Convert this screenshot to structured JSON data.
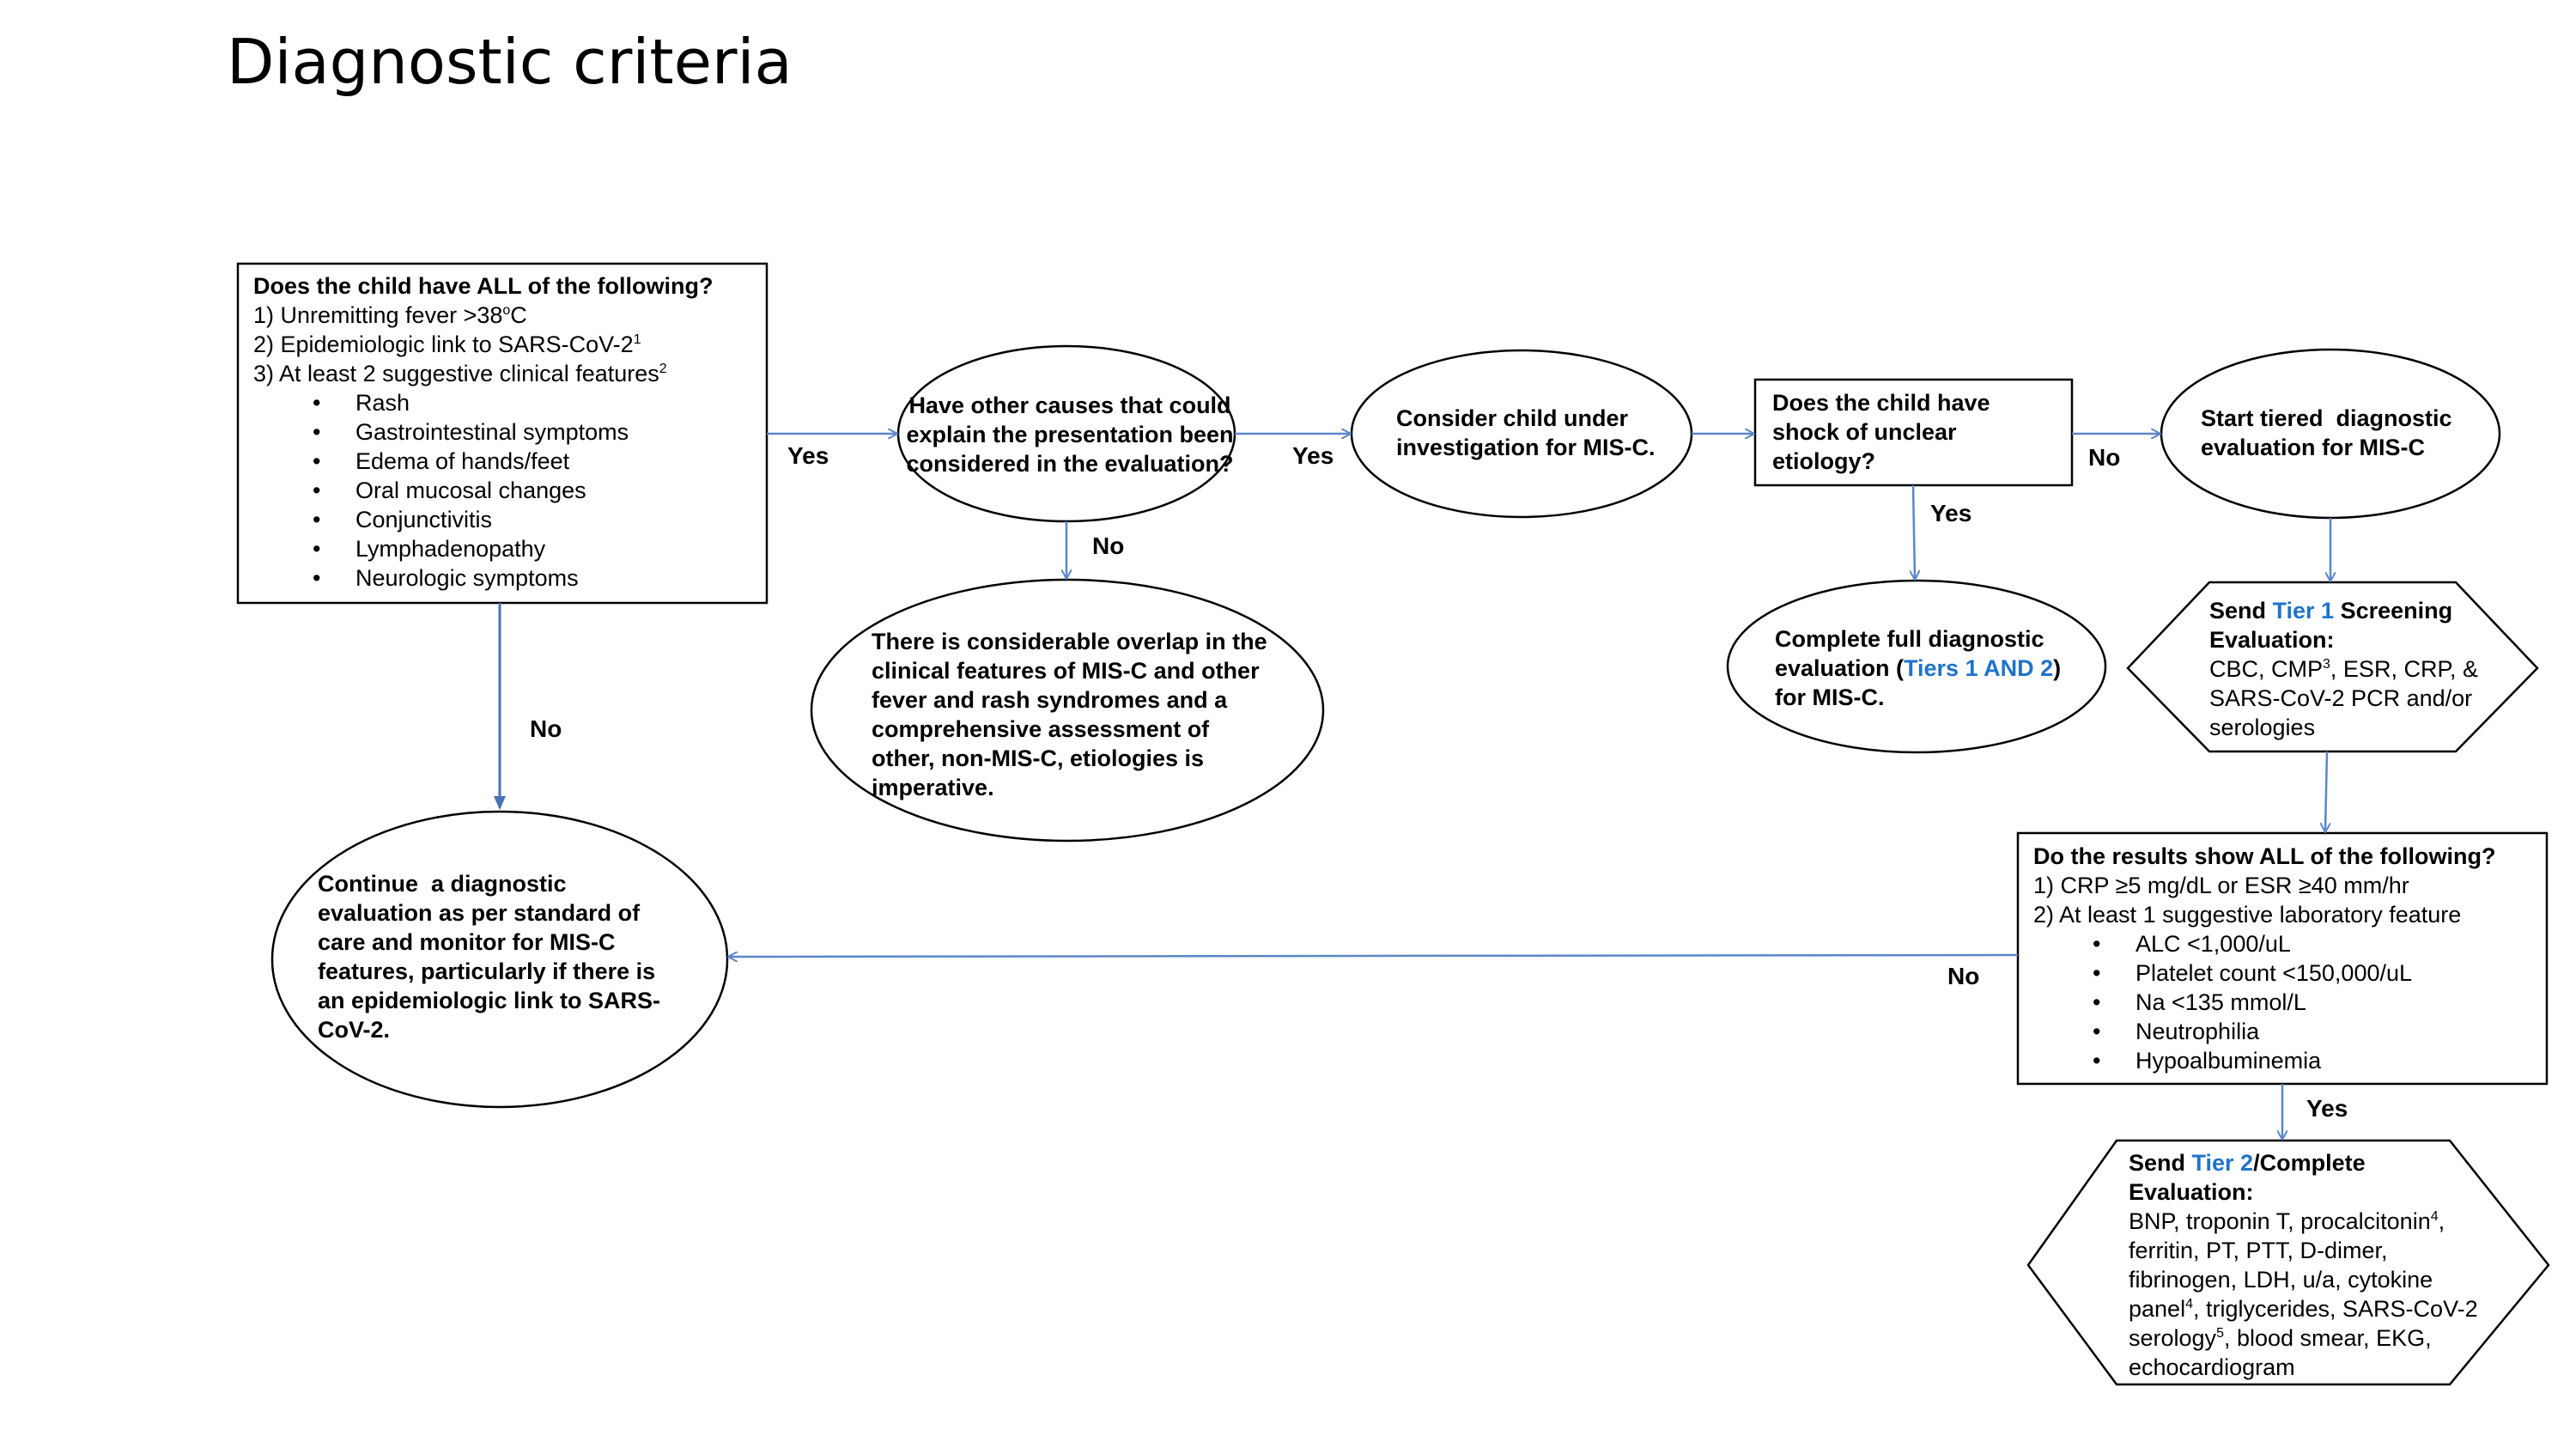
{
  "title": "Diagnostic criteria",
  "colors": {
    "connector": "#5b86c9",
    "highlight": "#1f73c9",
    "outline": "#000000"
  },
  "start_box": {
    "heading": "Does the child have ALL of the following?",
    "item1": "1) Unremitting fever >38",
    "item1_sup": "o",
    "item1_end": "C",
    "item2": "2) Epidemiologic link to SARS-CoV-2",
    "item2_sup": "1",
    "item3": "3) At least 2 suggestive clinical features",
    "item3_sup": "2",
    "features": [
      "Rash",
      "Gastrointestinal symptoms",
      "Edema of hands/feet",
      "Oral mucosal changes",
      "Conjunctivitis",
      "Lymphadenopathy",
      "Neurologic symptoms"
    ]
  },
  "other_causes": {
    "lines": [
      "Have other causes that could",
      "explain the presentation been",
      "considered in the evaluation?"
    ]
  },
  "overlap": {
    "lines": [
      "There is considerable overlap in the",
      "clinical features of MIS-C and other",
      "fever and rash syndromes and a",
      "comprehensive assessment of",
      "other, non-MIS-C, etiologies is",
      "imperative."
    ]
  },
  "investigation": {
    "lines": [
      "Consider child under",
      "investigation for MIS-C."
    ]
  },
  "shock_box": {
    "lines": [
      "Does the child have",
      "shock of unclear",
      "etiology?"
    ]
  },
  "full_eval": {
    "line1": "Complete full diagnostic",
    "line2_pre": "evaluation (",
    "line2_blue": "Tiers 1 AND 2",
    "line2_post": ")",
    "line3": "for MIS-C."
  },
  "tiered_start": {
    "lines": [
      "Start tiered  diagnostic",
      "evaluation for MIS-C"
    ]
  },
  "tier1": {
    "send": "Send ",
    "tier": "Tier 1",
    "heading_rest": " Screening",
    "heading2": "Evaluation:",
    "body1_pre": "CBC, CMP",
    "body1_sup": "3",
    "body1_post": ", ESR, CRP, &",
    "body2": "SARS-CoV-2 PCR and/or",
    "body3": "serologies"
  },
  "results_box": {
    "heading": "Do the results show ALL of the following?",
    "item1": "1) CRP ≥5 mg/dL or ESR ≥40 mm/hr",
    "item2": "2) At least 1 suggestive laboratory feature",
    "features": [
      "ALC <1,000/uL",
      "Platelet count <150,000/uL",
      "Na <135 mmol/L",
      "Neutrophilia",
      "Hypoalbuminemia"
    ]
  },
  "continue_eval": {
    "lines": [
      "Continue  a diagnostic",
      "evaluation as per standard of",
      "care and monitor for MIS-C",
      "features, particularly if there is",
      "an epidemiologic link to SARS-",
      "CoV-2."
    ]
  },
  "tier2": {
    "send": "Send ",
    "tier": "Tier 2",
    "heading_rest": "/Complete",
    "heading2": "Evaluation:",
    "l1_pre": "BNP, troponin T, procalcitonin",
    "l1_sup": "4",
    "l1_post": ",",
    "l2": "ferritin, PT, PTT, D-dimer,",
    "l3": "fibrinogen, LDH, u/a, cytokine",
    "l4_pre": "panel",
    "l4_sup": "4",
    "l4_post": ", triglycerides, SARS-CoV-2",
    "l5_pre": "serology",
    "l5_sup": "5",
    "l5_post": ", blood smear, EKG,",
    "l6": "echocardiogram"
  },
  "labels": {
    "yes": "Yes",
    "no": "No"
  }
}
